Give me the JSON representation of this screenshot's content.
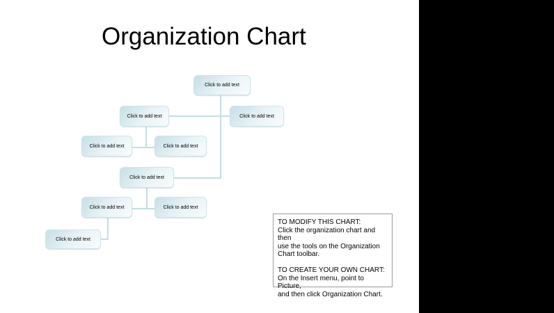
{
  "window": {
    "background_color": "#ffffff",
    "letterbox_color": "#000000"
  },
  "slide": {
    "title": "Organization Chart"
  },
  "org_chart": {
    "box_label": "Click to add text",
    "box_count": 9,
    "colors": {
      "box_gradient_start": "#c6dfe6",
      "box_gradient_end": "#f8fcfc",
      "connector_line": "#c3dde3"
    }
  },
  "instructions": {
    "modify": "TO MODIFY THIS CHART:\nClick the organization chart and then\nuse the tools on the Organization\nChart toolbar.",
    "create": "TO CREATE YOUR OWN CHART:\nOn the Insert menu, point to Picture,\nand then click Organization Chart."
  }
}
